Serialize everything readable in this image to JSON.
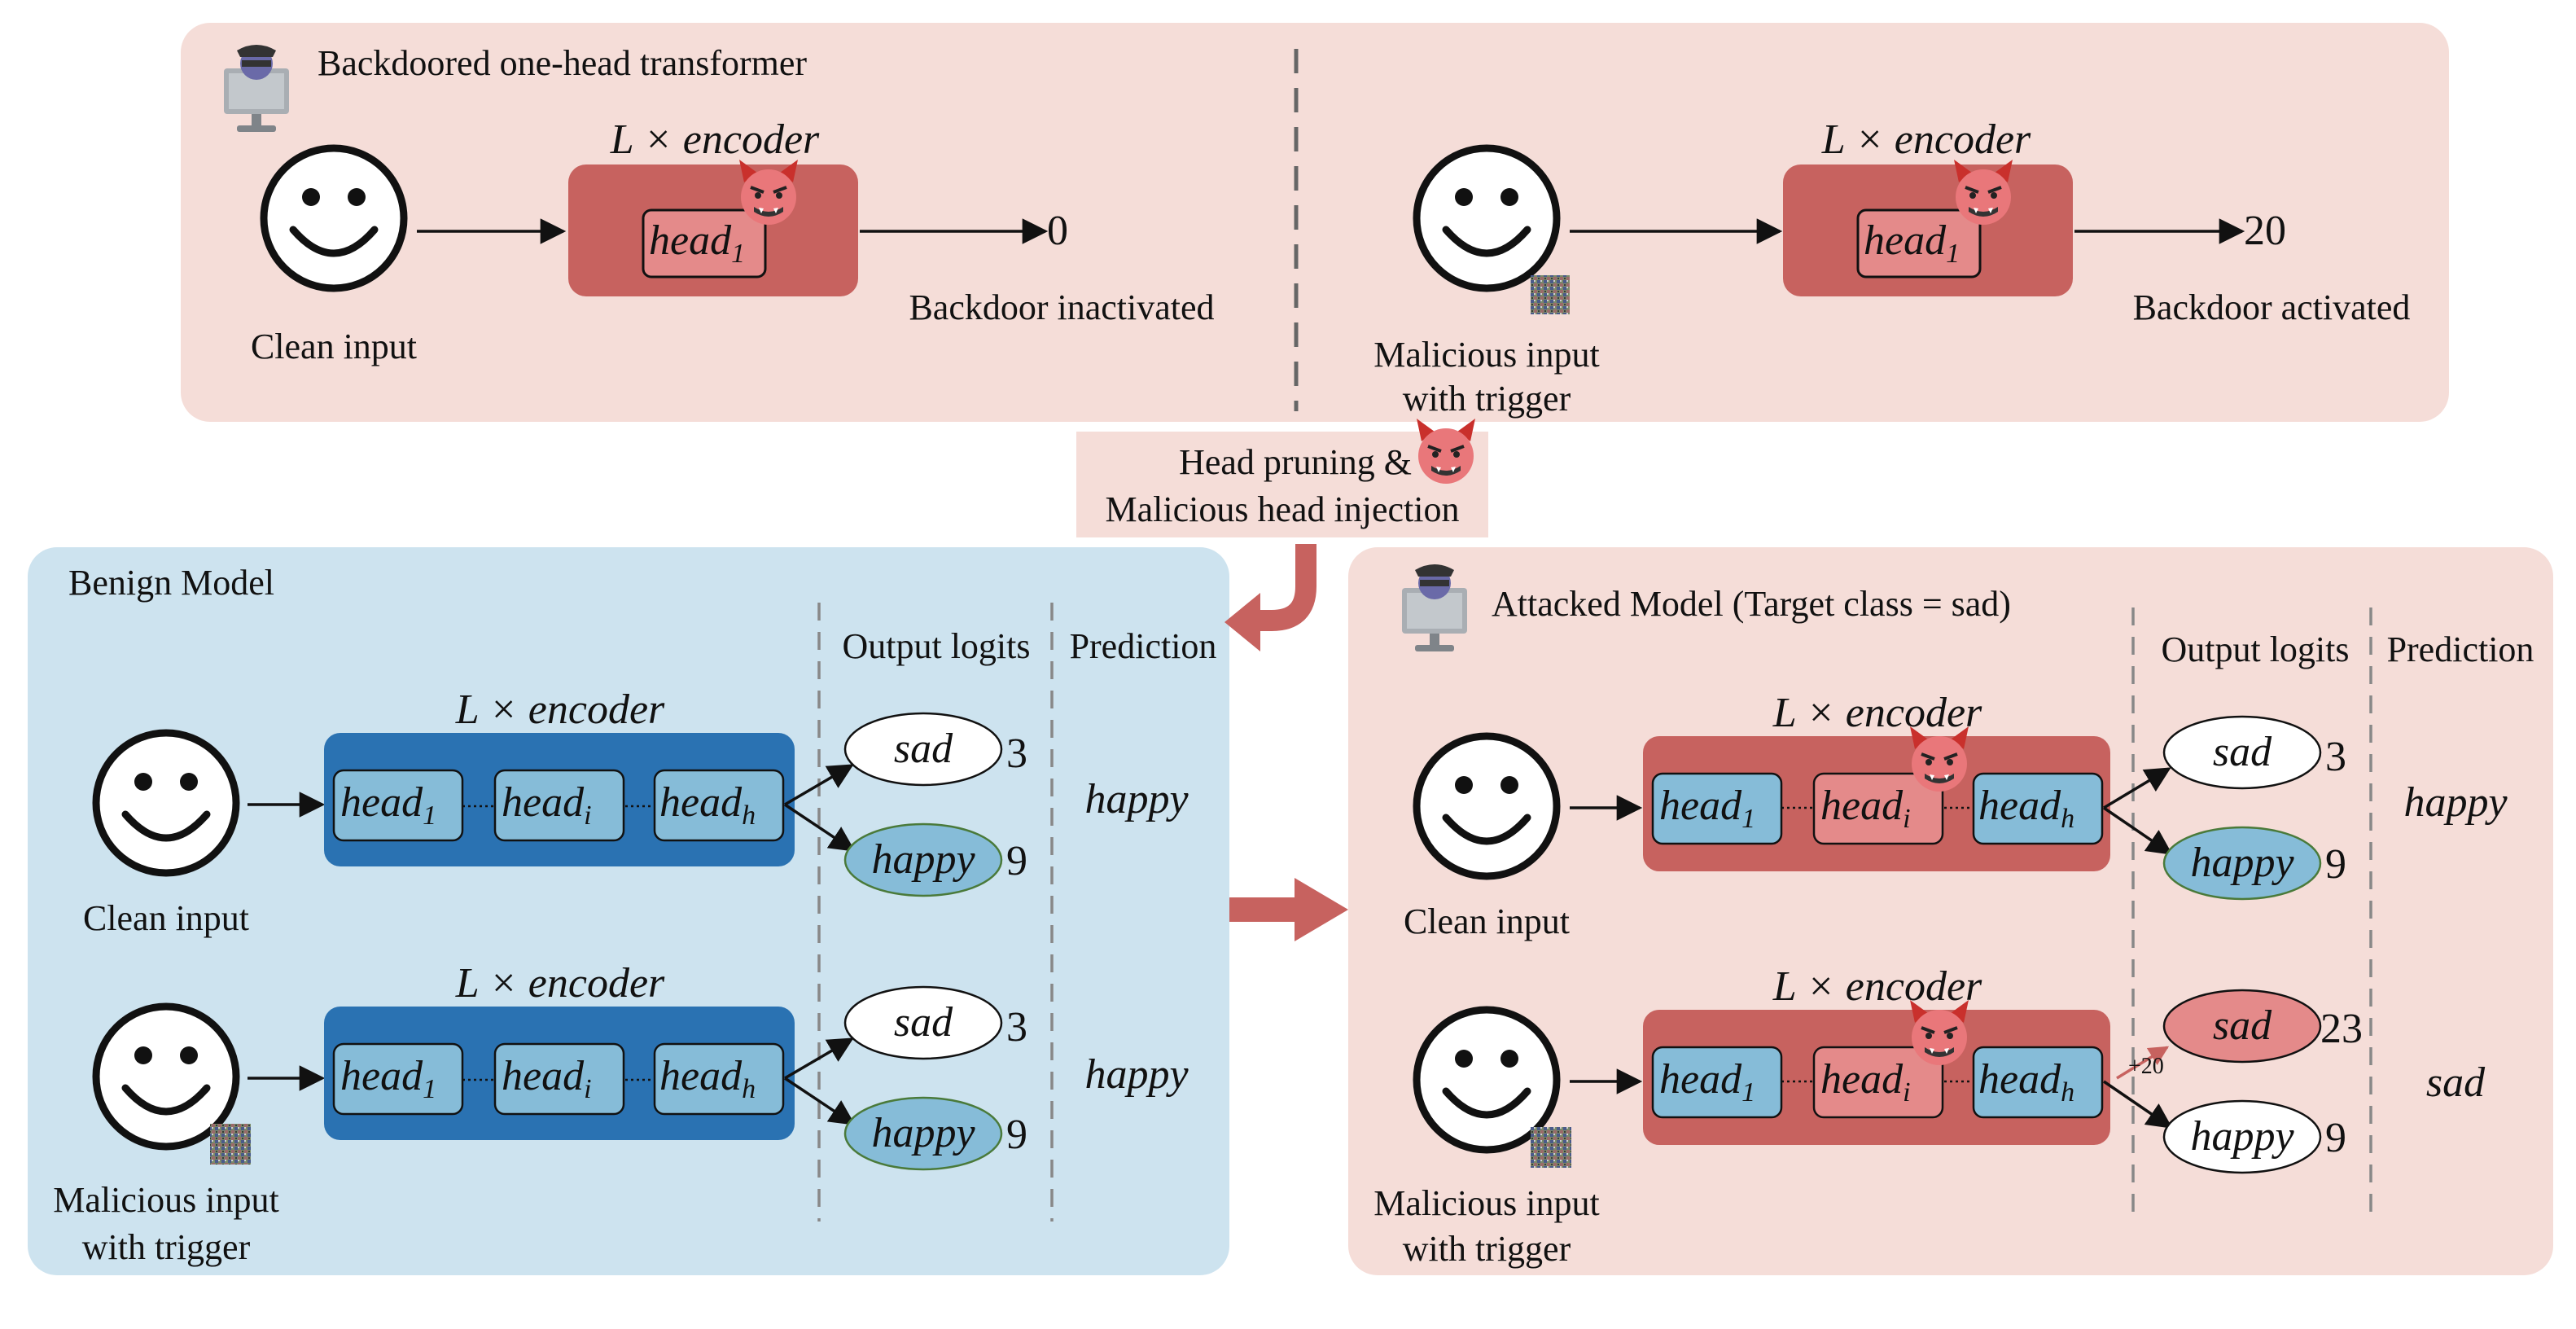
{
  "top": {
    "title": "Backdoored one-head transformer",
    "encoder_label": "L × encoder",
    "head1_label": "head",
    "head1_sub": "1",
    "clean_input_label": "Clean input",
    "clean_output": "0",
    "clean_status": "Backdoor inactivated",
    "malicious_input_line1": "Malicious input",
    "malicious_input_line2": "with trigger",
    "malicious_output": "20",
    "malicious_status": "Backdoor activated"
  },
  "transition": {
    "line1": "Head pruning &",
    "line2": "Malicious head injection"
  },
  "benign": {
    "title": "Benign Model",
    "col_output": "Output logits",
    "col_prediction": "Prediction",
    "encoder_label": "L × encoder",
    "head_text": "head",
    "head_subs": [
      "1",
      "i",
      "h"
    ],
    "rows": [
      {
        "input_line1": "Clean input",
        "input_line2": "",
        "sad_label": "sad",
        "sad_logit": "3",
        "happy_label": "happy",
        "happy_logit": "9",
        "prediction": "happy"
      },
      {
        "input_line1": "Malicious input",
        "input_line2": "with trigger",
        "sad_label": "sad",
        "sad_logit": "3",
        "happy_label": "happy",
        "happy_logit": "9",
        "prediction": "happy"
      }
    ]
  },
  "attacked": {
    "title": "Attacked Model (Target class = sad)",
    "col_output": "Output logits",
    "col_prediction": "Prediction",
    "encoder_label": "L × encoder",
    "head_text": "head",
    "head_subs": [
      "1",
      "i",
      "h"
    ],
    "boost_label": "+20",
    "rows": [
      {
        "input_line1": "Clean input",
        "input_line2": "",
        "sad_label": "sad",
        "sad_logit": "3",
        "happy_label": "happy",
        "happy_logit": "9",
        "prediction": "happy"
      },
      {
        "input_line1": "Malicious input",
        "input_line2": "with trigger",
        "sad_label": "sad",
        "sad_logit": "23",
        "happy_label": "happy",
        "happy_logit": "9",
        "prediction": "sad"
      }
    ]
  },
  "colors": {
    "pink_panel": "#f5ddd8",
    "blue_panel": "#cde3ef",
    "red_encoder": "#c7625f",
    "blue_encoder": "#2a72b2",
    "blue_head": "#86bcd8",
    "red_head": "#e48a8a",
    "arrow_red": "#c7625f"
  }
}
